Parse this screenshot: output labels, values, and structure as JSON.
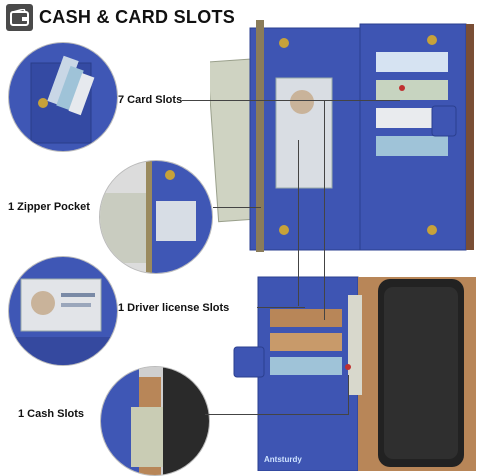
{
  "header": {
    "title": "CASH & CARD SLOTS",
    "icon": "wallet-icon"
  },
  "callouts": [
    {
      "label": "7 Card Slots"
    },
    {
      "label": "1 Zipper Pocket"
    },
    {
      "label": "1 Driver license Slots"
    },
    {
      "label": "1 Cash Slots"
    }
  ],
  "brand": "Antsturdy",
  "colors": {
    "leather": "#3e55b3",
    "leather_dark": "#2b3f8f",
    "lining": "#b88658",
    "screen": "#222222"
  }
}
